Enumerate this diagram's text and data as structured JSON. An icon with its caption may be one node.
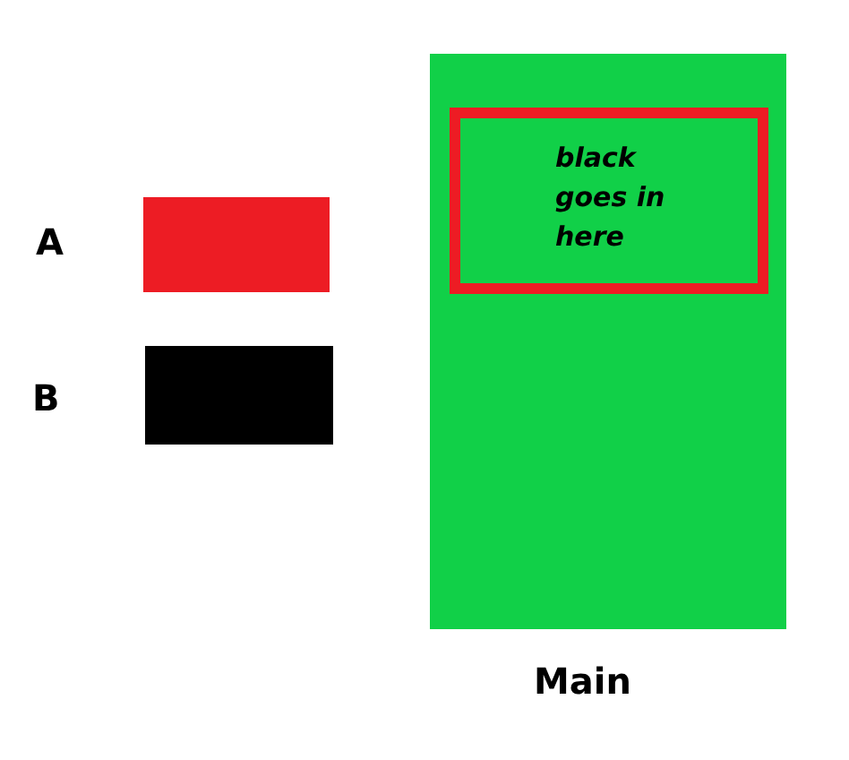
{
  "diagram": {
    "nodes": [
      {
        "text": [],
        "shape": "box",
        "beside": [
          "A"
        ]
      },
      {
        "text": [],
        "shape": "box",
        "beside": [
          "B"
        ]
      },
      {
        "text": [],
        "shape": "box",
        "beside": [
          "Main"
        ]
      },
      {
        "text": [
          "black goes in here"
        ],
        "in": 2
      }
    ]
  }
}
